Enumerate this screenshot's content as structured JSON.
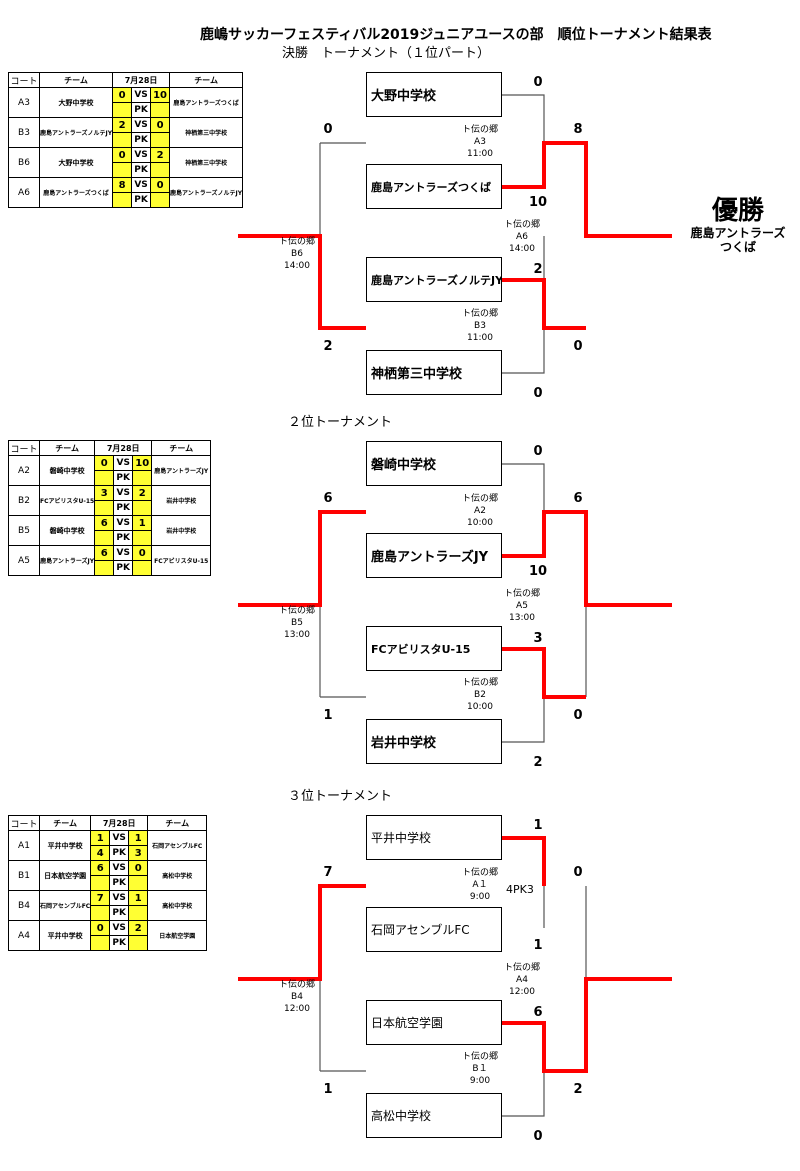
{
  "title": "鹿嶋サッカーフェスティバル2019ジュニアユースの部　順位トーナメント結果表",
  "colors": {
    "win_line": "#ff0000",
    "lose_line": "#555555",
    "score_cell": "#ffff33"
  },
  "table_headers": {
    "court": "コート",
    "team": "チーム",
    "date": "7月28日",
    "team2": "チーム",
    "vs": "VS",
    "pk": "PK"
  },
  "sections": [
    {
      "title": "決勝　トーナメント（１位パート）",
      "teams": [
        "大野中学校",
        "鹿島アントラーズつくば",
        "鹿島アントラーズノルテJY",
        "神栖第三中学校"
      ],
      "scores": [
        "0",
        "10",
        "2",
        "0",
        "0",
        "2",
        "8",
        "0"
      ],
      "matches": [
        {
          "venue": "ト伝の郷",
          "court": "A3",
          "time": "11:00"
        },
        {
          "venue": "ト伝の郷",
          "court": "B3",
          "time": "11:00"
        },
        {
          "venue": "ト伝の郷",
          "court": "A6",
          "time": "14:00"
        },
        {
          "venue": "ト伝の郷",
          "court": "B6",
          "time": "14:00"
        }
      ],
      "winner": {
        "label": "優勝",
        "team": "鹿島アントラーズ",
        "team2": "つくば"
      },
      "results": [
        {
          "court": "A3",
          "t1": "大野中学校",
          "s1": "0",
          "s2": "10",
          "pk1": "",
          "pk2": "",
          "t2": "鹿島アントラーズつくば"
        },
        {
          "court": "B3",
          "t1": "鹿島アントラーズノルテJY",
          "s1": "2",
          "s2": "0",
          "pk1": "",
          "pk2": "",
          "t2": "神栖第三中学校"
        },
        {
          "court": "B6",
          "t1": "大野中学校",
          "s1": "0",
          "s2": "2",
          "pk1": "",
          "pk2": "",
          "t2": "神栖第三中学校"
        },
        {
          "court": "A6",
          "t1": "鹿島アントラーズつくば",
          "s1": "8",
          "s2": "0",
          "pk1": "",
          "pk2": "",
          "t2": "鹿島アントラーズノルテJY"
        }
      ]
    },
    {
      "title": "２位トーナメント",
      "teams": [
        "磐崎中学校",
        "鹿島アントラーズJY",
        "FCアビリスタU-15",
        "岩井中学校"
      ],
      "scores": [
        "0",
        "10",
        "3",
        "2",
        "6",
        "1",
        "6",
        "0"
      ],
      "matches": [
        {
          "venue": "ト伝の郷",
          "court": "A2",
          "time": "10:00"
        },
        {
          "venue": "ト伝の郷",
          "court": "B2",
          "time": "10:00"
        },
        {
          "venue": "ト伝の郷",
          "court": "A5",
          "time": "13:00"
        },
        {
          "venue": "ト伝の郷",
          "court": "B5",
          "time": "13:00"
        }
      ],
      "results": [
        {
          "court": "A2",
          "t1": "磐崎中学校",
          "s1": "0",
          "s2": "10",
          "pk1": "",
          "pk2": "",
          "t2": "鹿島アントラーズJY"
        },
        {
          "court": "B2",
          "t1": "FCアビリスタU-15",
          "s1": "3",
          "s2": "2",
          "pk1": "",
          "pk2": "",
          "t2": "岩井中学校"
        },
        {
          "court": "B5",
          "t1": "磐崎中学校",
          "s1": "6",
          "s2": "1",
          "pk1": "",
          "pk2": "",
          "t2": "岩井中学校"
        },
        {
          "court": "A5",
          "t1": "鹿島アントラーズJY",
          "s1": "6",
          "s2": "0",
          "pk1": "",
          "pk2": "",
          "t2": "FCアビリスタU-15"
        }
      ]
    },
    {
      "title": "３位トーナメント",
      "teams": [
        "平井中学校",
        "石岡アセンブルFC",
        "日本航空学園",
        "高松中学校"
      ],
      "scores": [
        "1",
        "1",
        "6",
        "0",
        "7",
        "1",
        "0",
        "2"
      ],
      "pk_note": "4PK3",
      "matches": [
        {
          "venue": "ト伝の郷",
          "court": "A１",
          "time": "9:00"
        },
        {
          "venue": "ト伝の郷",
          "court": "B１",
          "time": "9:00"
        },
        {
          "venue": "ト伝の郷",
          "court": "A4",
          "time": "12:00"
        },
        {
          "venue": "ト伝の郷",
          "court": "B4",
          "time": "12:00"
        }
      ],
      "results": [
        {
          "court": "A1",
          "t1": "平井中学校",
          "s1": "1",
          "s2": "1",
          "pk1": "4",
          "pk2": "3",
          "t2": "石岡アセンブルFC"
        },
        {
          "court": "B1",
          "t1": "日本航空学園",
          "s1": "6",
          "s2": "0",
          "pk1": "",
          "pk2": "",
          "t2": "高松中学校"
        },
        {
          "court": "B4",
          "t1": "石岡アセンブルFC",
          "s1": "7",
          "s2": "1",
          "pk1": "",
          "pk2": "",
          "t2": "高松中学校"
        },
        {
          "court": "A4",
          "t1": "平井中学校",
          "s1": "0",
          "s2": "2",
          "pk1": "",
          "pk2": "",
          "t2": "日本航空学園"
        }
      ]
    }
  ]
}
